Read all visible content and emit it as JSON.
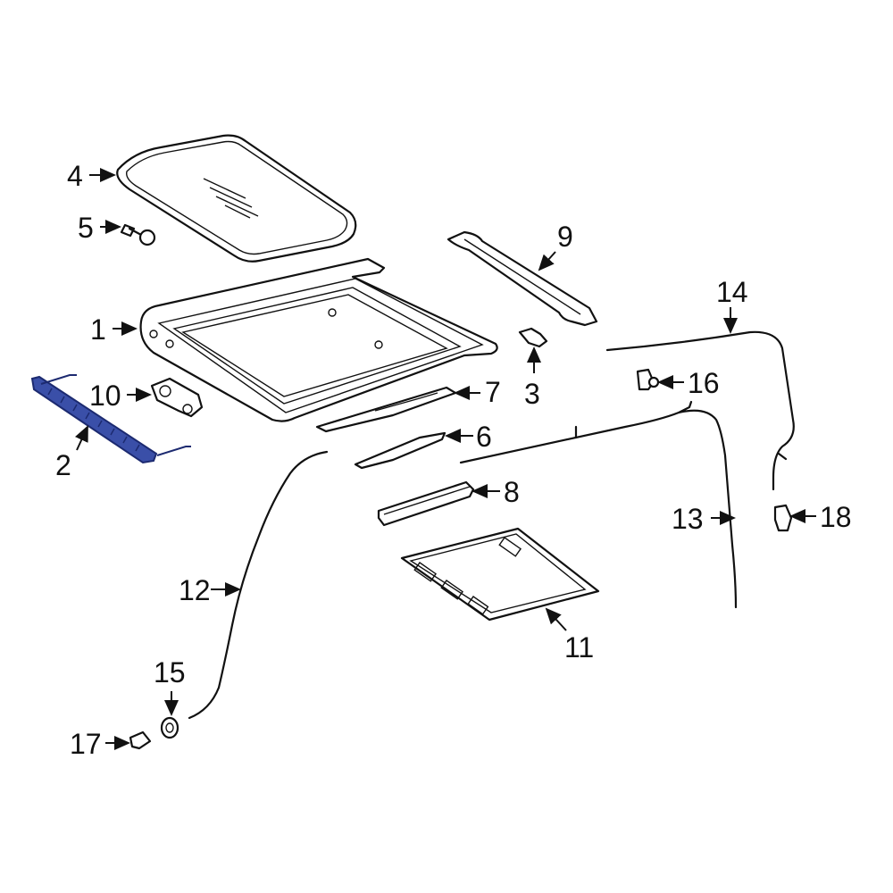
{
  "diagram": {
    "highlight_color": "#3a4fa8",
    "callouts": {
      "c1": "1",
      "c2": "2",
      "c3": "3",
      "c4": "4",
      "c5": "5",
      "c6": "6",
      "c7": "7",
      "c8": "8",
      "c9": "9",
      "c10": "10",
      "c11": "11",
      "c12": "12",
      "c13": "13",
      "c14": "14",
      "c15": "15",
      "c16": "16",
      "c17": "17",
      "c18": "18"
    }
  }
}
